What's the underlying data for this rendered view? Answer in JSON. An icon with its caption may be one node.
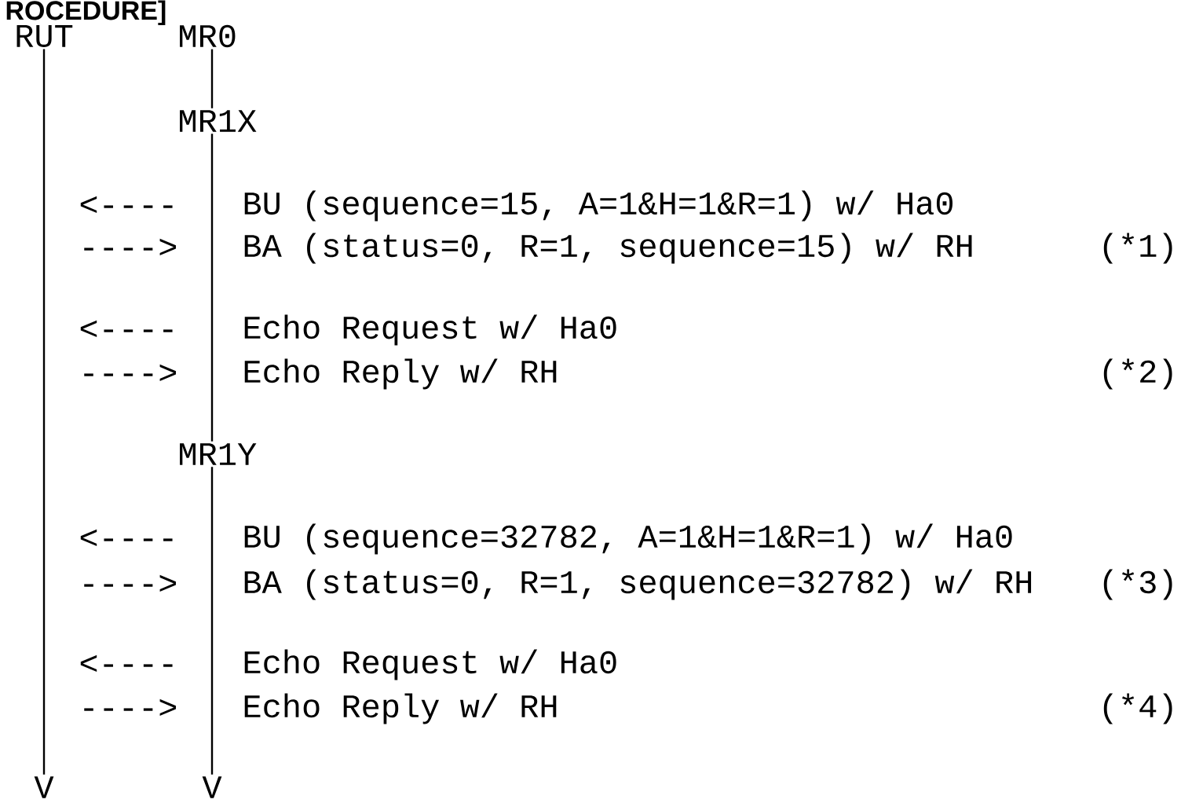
{
  "diagram": {
    "title": "ROCEDURE]",
    "nodes": [
      {
        "text": [
          "RUT"
        ]
      },
      {
        "text": [
          "MR0"
        ]
      },
      {
        "text": [
          "MR1X"
        ]
      },
      {
        "text": [
          "MR1Y"
        ]
      },
      {
        "text": [
          "V"
        ]
      },
      {
        "text": [
          "V"
        ]
      }
    ],
    "edges": [
      {
        "from": 0,
        "to": 4,
        "arrow": "none"
      },
      {
        "from": 1,
        "to": 2,
        "arrow": "none"
      },
      {
        "from": 2,
        "to": 3,
        "arrow": "none"
      },
      {
        "from": 3,
        "to": 5,
        "arrow": "none"
      }
    ],
    "labels": [
      "<----",
      "BU (sequence=15, A=1&H=1&R=1) w/ Ha0",
      "---->",
      "BA (status=0, R=1, sequence=15) w/ RH",
      "(*1)",
      "<----",
      "Echo Request w/ Ha0",
      "---->",
      "Echo Reply w/ RH",
      "(*2)",
      "<----",
      "BU (sequence=32782, A=1&H=1&R=1) w/ Ha0",
      "---->",
      "BA (status=0, R=1, sequence=32782) w/ RH",
      "(*3)",
      "<----",
      "Echo Request w/ Ha0",
      "---->",
      "Echo Reply w/ RH",
      "(*4)"
    ]
  }
}
